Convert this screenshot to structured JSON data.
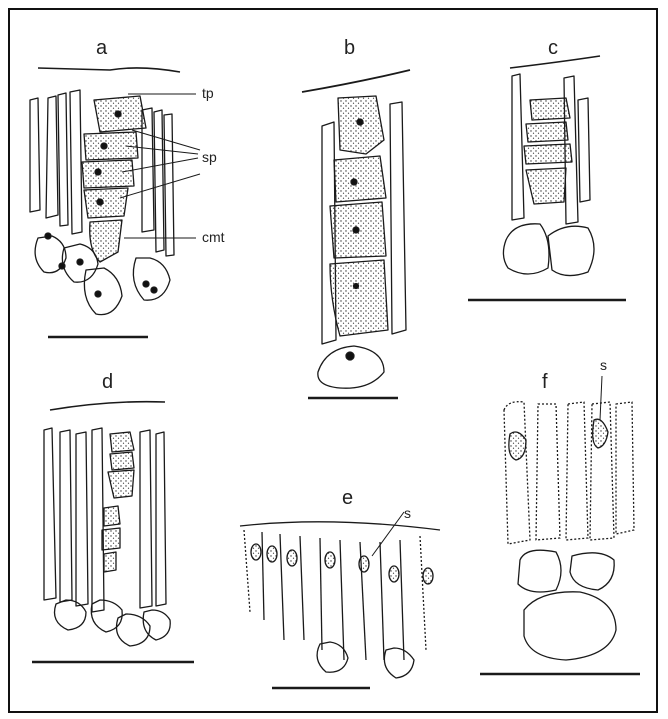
{
  "figure": {
    "panels": [
      {
        "id": "a",
        "label": "a"
      },
      {
        "id": "b",
        "label": "b"
      },
      {
        "id": "c",
        "label": "c"
      },
      {
        "id": "d",
        "label": "d"
      },
      {
        "id": "e",
        "label": "e"
      },
      {
        "id": "f",
        "label": "f"
      }
    ],
    "annotations": {
      "tp": "tp",
      "sp": "sp",
      "cmt": "cmt",
      "s_e": "s",
      "s_f": "s"
    },
    "colors": {
      "ink": "#1a1a1a",
      "frame": "#111111",
      "background": "#ffffff"
    }
  }
}
